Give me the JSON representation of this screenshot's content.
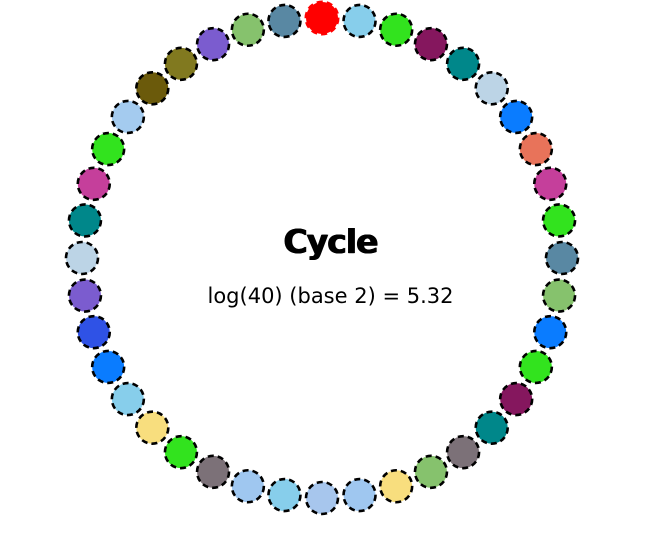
{
  "title": "Cycle",
  "subtitle": "log(40) (base 2) = 5.32",
  "cycle": {
    "node_count": 40,
    "start_angle_deg": -90,
    "node_border": "dashed black",
    "highlight_node_index": 0,
    "highlight_color": "#ff0000",
    "node_colors": [
      "#ff0000",
      "#87ceeb",
      "#32e31e",
      "#85175e",
      "#00878a",
      "#bcd4e6",
      "#0a7cff",
      "#e8735a",
      "#c53f9b",
      "#32e31e",
      "#5988a3",
      "#86c26d",
      "#0a7cff",
      "#32e31e",
      "#85175e",
      "#00878a",
      "#7c7178",
      "#86c26d",
      "#f8de7e",
      "#9fc7f0",
      "#a7c6ed",
      "#87ceeb",
      "#9fc7f0",
      "#7c7178",
      "#32e31e",
      "#f8de7e",
      "#87ceeb",
      "#0a7cff",
      "#2f52e6",
      "#7b5ccf",
      "#bcd4e6",
      "#00878a",
      "#c53f9b",
      "#32e31e",
      "#a4cbef",
      "#6b5a0b",
      "#81791f",
      "#7b5ccf",
      "#86c26d",
      "#5988a3"
    ]
  }
}
